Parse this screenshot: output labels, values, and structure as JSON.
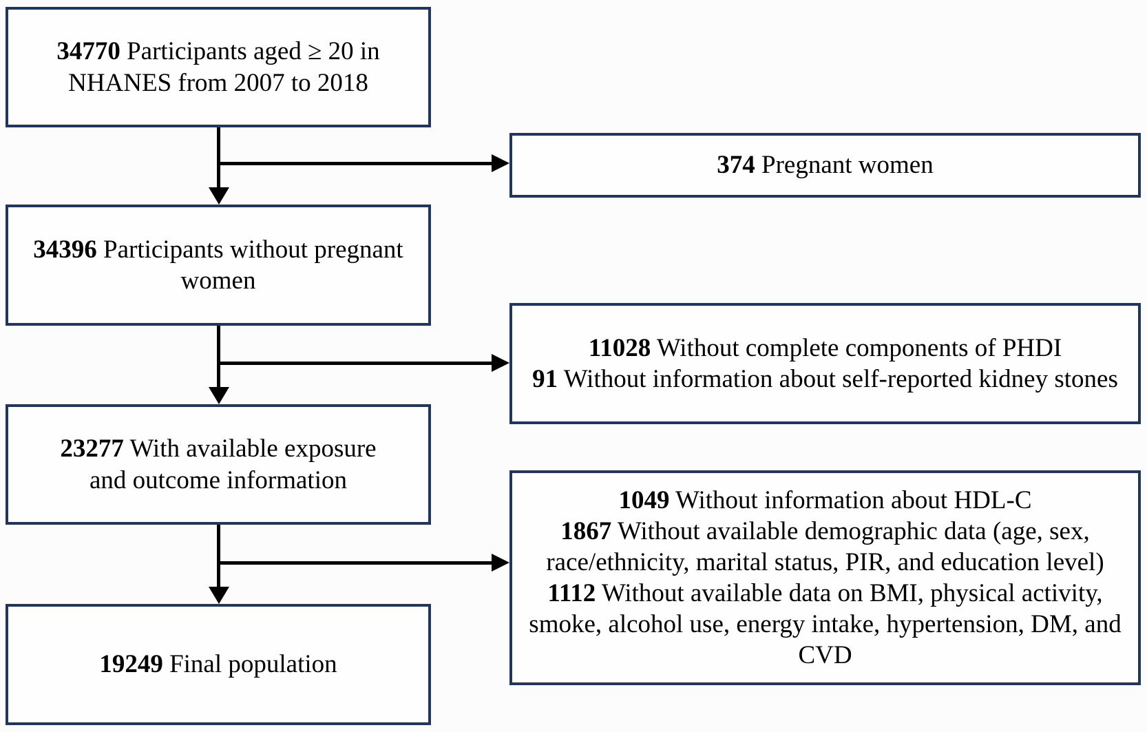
{
  "colors": {
    "border": "#20365e",
    "arrow": "#000000",
    "text": "#000000"
  },
  "boxes": {
    "l1": {
      "name": "participants-total",
      "lines": [
        {
          "b": "34770",
          "t": " Participants aged ≥ 20 in"
        },
        {
          "t": "NHANES from 2007 to 2018"
        }
      ]
    },
    "r1": {
      "name": "excluded-pregnant-women",
      "lines": [
        {
          "b": "374",
          "t": " Pregnant women"
        }
      ]
    },
    "l2": {
      "name": "participants-without-pregnant-women",
      "lines": [
        {
          "b": "34396",
          "t": " Participants without pregnant"
        },
        {
          "t": "women"
        }
      ]
    },
    "r2": {
      "name": "excluded-missing-phdi-kidney-stones",
      "lines": [
        {
          "b": "11028",
          "t": " Without complete components of PHDI"
        },
        {
          "b": "91",
          "t": " Without information about self-reported kidney stones"
        }
      ]
    },
    "l3": {
      "name": "participants-with-exposure-outcome",
      "lines": [
        {
          "b": "23277",
          "t": " With available exposure"
        },
        {
          "t": "and outcome information"
        }
      ]
    },
    "r3": {
      "name": "excluded-missing-covariates",
      "lines": [
        {
          "b": "1049",
          "t": " Without information about HDL-C"
        },
        {
          "b": "1867",
          "t": " Without available demographic data (age, sex,"
        },
        {
          "t": "race/ethnicity, marital status, PIR, and education level)"
        },
        {
          "b": "1112",
          "t": " Without available data on BMI, physical activity,"
        },
        {
          "t": "smoke, alcohol use, energy intake, hypertension, DM, and"
        },
        {
          "t": "CVD"
        }
      ]
    },
    "l4": {
      "name": "final-population",
      "lines": [
        {
          "b": "19249",
          "t": " Final population"
        }
      ]
    }
  }
}
